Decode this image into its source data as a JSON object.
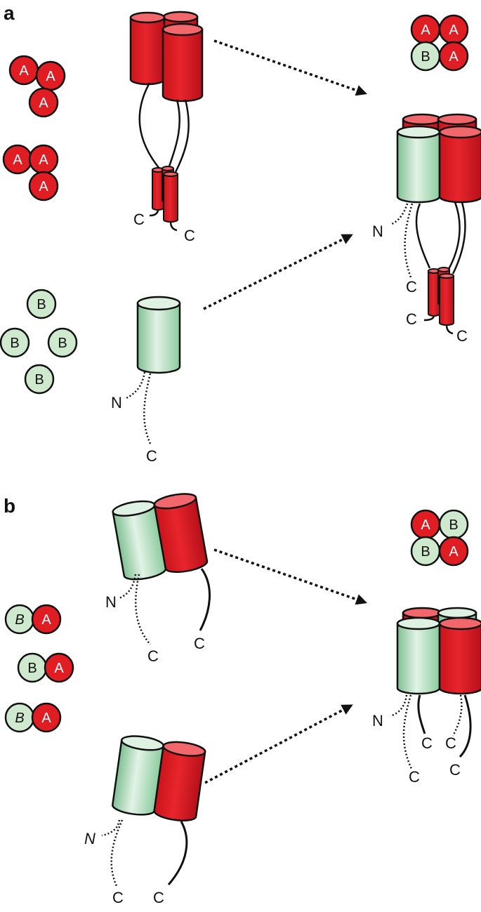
{
  "panels": {
    "a": {
      "letter": "a"
    },
    "b": {
      "letter": "b"
    }
  },
  "subunits": {
    "A": "A",
    "B": "B"
  },
  "termini": {
    "N": "N",
    "C": "C"
  },
  "colors": {
    "red": "#e11d24",
    "red_top": "#f2676b",
    "green_dark": "#8fc9a0",
    "green_light": "#dff1e3",
    "green_circle": "#cfe9cf",
    "arrow": "#111111"
  }
}
